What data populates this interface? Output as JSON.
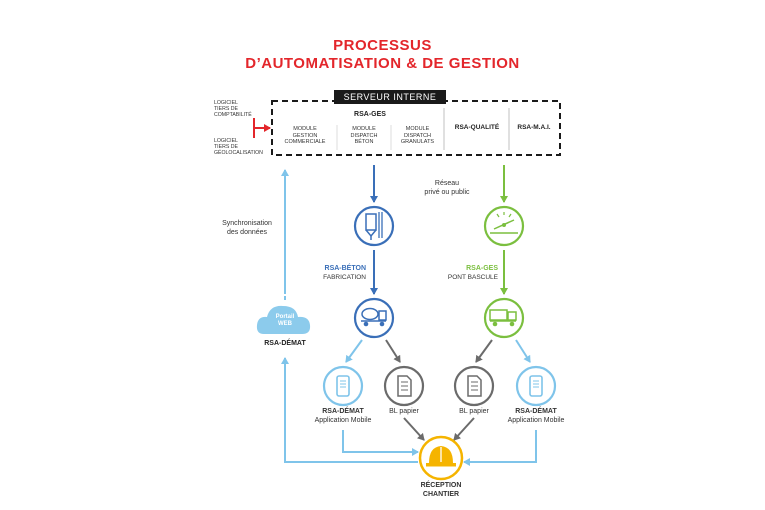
{
  "title": {
    "line1": "PROCESSUS",
    "line2": "D’AUTOMATISATION & DE GESTION"
  },
  "left_labels": {
    "accounting": [
      "LOGICIEL",
      "TIERS DE",
      "COMPTABILITÉ"
    ],
    "geolocation": [
      "LOGICIEL",
      "TIERS DE",
      "GÉOLOCALISATION"
    ]
  },
  "server": {
    "tag": "SERVEUR INTERNE",
    "ges_title": "RSA-GES",
    "modules": [
      [
        "MODULE",
        "GESTION",
        "COMMERCIALE"
      ],
      [
        "MODULE",
        "DISPATCH",
        "BÉTON"
      ],
      [
        "MODULE",
        "DISPATCH",
        "GRANULATS"
      ]
    ],
    "qualite": "RSA-QUALITÉ",
    "mai": "RSA-M.A.I."
  },
  "labels": {
    "sync": [
      "Synchronisation",
      "des données"
    ],
    "network": [
      "Réseau",
      "privé ou public"
    ],
    "beton_title": "RSA-BÉTON",
    "beton_sub": "FABRICATION",
    "ges_title": "RSA-GES",
    "ges_sub": "PONT BASCULE",
    "cloud_line1": "Portail",
    "cloud_line2": "WEB",
    "demat_portal": "RSA-DÉMAT",
    "demat_left_title": "RSA-DÉMAT",
    "demat_left_sub": "Application Mobile",
    "bl_left": "BL papier",
    "bl_right": "BL papier",
    "demat_right_title": "RSA-DÉMAT",
    "demat_right_sub": "Application Mobile",
    "reception_line1": "RÉCEPTION",
    "reception_line2": "CHANTIER"
  },
  "colors": {
    "title_red": "#e3262b",
    "blue_dark": "#3a6fb8",
    "green": "#7bbf3f",
    "light_blue": "#7fc4ea",
    "gray": "#6b6b6b",
    "yellow": "#f5b400"
  },
  "icons": {
    "silo": "silo-icon",
    "scale": "scale-icon",
    "mixer_truck": "mixer-truck-icon",
    "dump_truck": "dump-truck-icon",
    "phone": "mobile-phone-icon",
    "document": "document-icon",
    "helmet": "hard-hat-icon",
    "cloud": "cloud-icon"
  }
}
